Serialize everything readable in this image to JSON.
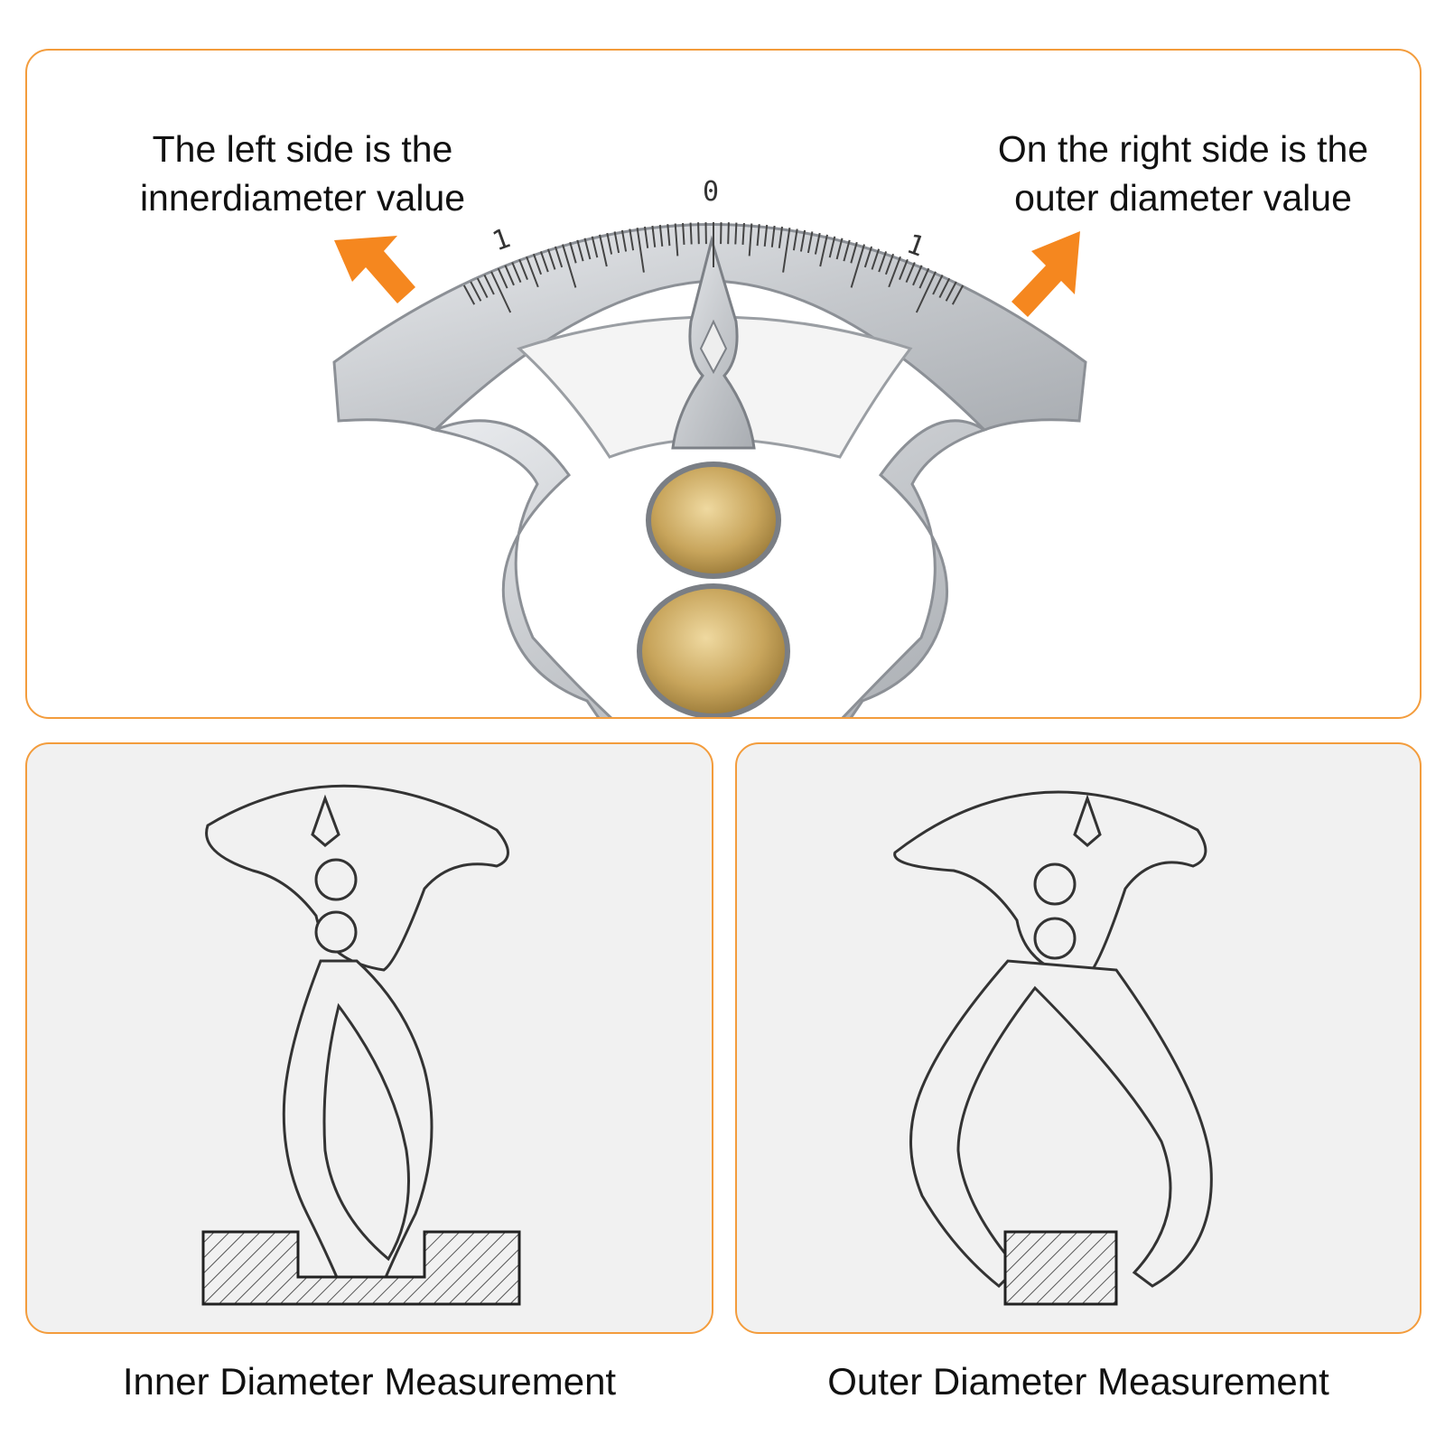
{
  "callouts": {
    "left": [
      "The left side is the",
      "innerdiameter value"
    ],
    "right": [
      "On the right side is the",
      "outer diameter value"
    ]
  },
  "scale": {
    "center_label": "0",
    "left_label": "1",
    "right_label": "1"
  },
  "captions": {
    "inner": "Inner Diameter Measurement",
    "outer": "Outer Diameter Measurement"
  },
  "colors": {
    "accent": "#f39c3c",
    "arrow": "#f5871f",
    "metal": "#c9ccd0",
    "brass": "#c2a15a",
    "panel_bg": "#f1f1f1"
  },
  "icons": {
    "left_arrow": "arrow-up-left-icon",
    "right_arrow": "arrow-up-right-icon"
  }
}
